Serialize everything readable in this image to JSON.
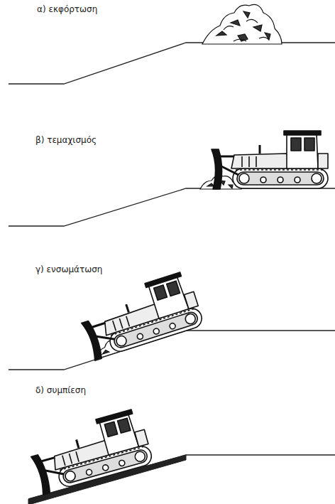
{
  "diagram": {
    "labels": [
      "α) εκφόρτωση",
      "β) τεμαχισμός",
      "γ) ενσωμάτωση",
      "δ) συμπίεση"
    ]
  }
}
